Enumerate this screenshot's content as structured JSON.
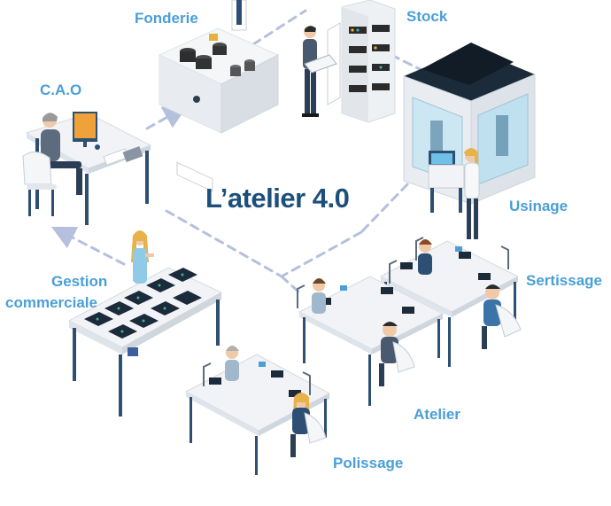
{
  "title": "L’atelier 4.0",
  "stations": {
    "fonderie": "Fonderie",
    "stock": "Stock",
    "cao": "C.A.O",
    "usinage": "Usinage",
    "gestion_line1": "Gestion",
    "gestion_line2": "commerciale",
    "sertissage": "Sertissage",
    "atelier": "Atelier",
    "polissage": "Polissage"
  },
  "colors": {
    "label": "#4a9fd6",
    "title": "#1c4f7a",
    "flow_line": "#b4c0dd",
    "desk": "#f1f3f6",
    "desk_leg": "#2c4f73",
    "machine_dark": "#1c2b3a"
  },
  "flow": {
    "style": "dashed",
    "arrow_targets": [
      "fonderie",
      "cao"
    ]
  }
}
